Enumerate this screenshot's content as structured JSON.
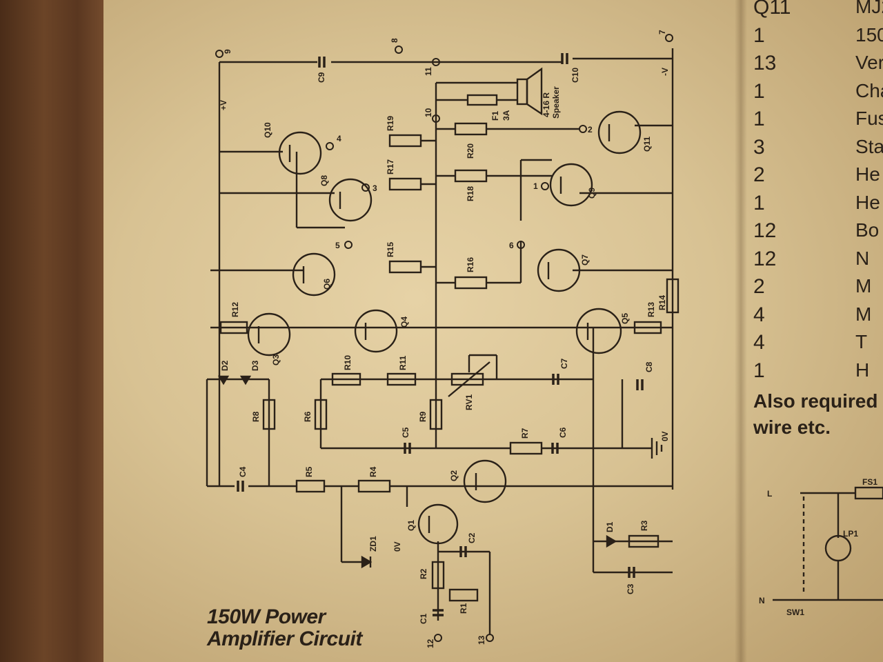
{
  "caption": {
    "line1": "150W Power",
    "line2": "Amplifier Circuit"
  },
  "parts_list": {
    "rows": [
      {
        "qty": "Q11",
        "part": "MJ2"
      },
      {
        "qty": "1",
        "part": "150"
      },
      {
        "qty": "13",
        "part": "Ver"
      },
      {
        "qty": "1",
        "part": "Cha"
      },
      {
        "qty": "1",
        "part": "Fus"
      },
      {
        "qty": "3",
        "part": "Sta"
      },
      {
        "qty": "2",
        "part": "He"
      },
      {
        "qty": "1",
        "part": "He"
      },
      {
        "qty": "12",
        "part": "Bo"
      },
      {
        "qty": "12",
        "part": "N"
      },
      {
        "qty": "2",
        "part": "M"
      },
      {
        "qty": "4",
        "part": "M"
      },
      {
        "qty": "4",
        "part": "T"
      },
      {
        "qty": "1",
        "part": "H"
      }
    ],
    "note_line1": "Also required",
    "note_line2": "wire etc."
  },
  "schematic": {
    "transistors": [
      "Q1",
      "Q2",
      "Q3",
      "Q4",
      "Q5",
      "Q6",
      "Q7",
      "Q8",
      "Q9",
      "Q10",
      "Q11"
    ],
    "resistors": [
      "R1",
      "R2",
      "R3",
      "R4",
      "R5",
      "R6",
      "R7",
      "R8",
      "R9",
      "R10",
      "R11",
      "R12",
      "R13",
      "R14",
      "R15",
      "R16",
      "R17",
      "R18",
      "R19",
      "R20"
    ],
    "capacitors": [
      "C1",
      "C2",
      "C3",
      "C4",
      "C5",
      "C6",
      "C7",
      "C8",
      "C9",
      "C10"
    ],
    "diodes": [
      "D1",
      "D2",
      "D3",
      "ZD1"
    ],
    "other": {
      "pot": "RV1",
      "fuse": "F1",
      "fuse_rating": "3A",
      "speaker": "4-16 R",
      "speaker_word": "Speaker"
    },
    "rails": {
      "pos": "+V",
      "neg": "-V",
      "gnd": "0V"
    },
    "terminals": [
      "1",
      "2",
      "3",
      "4",
      "5",
      "6",
      "7",
      "8",
      "9",
      "10",
      "11",
      "12",
      "13"
    ]
  },
  "mains": {
    "live": "L",
    "neutral": "N",
    "fuse": "FS1",
    "lamp": "LP1",
    "switch": "SW1"
  }
}
